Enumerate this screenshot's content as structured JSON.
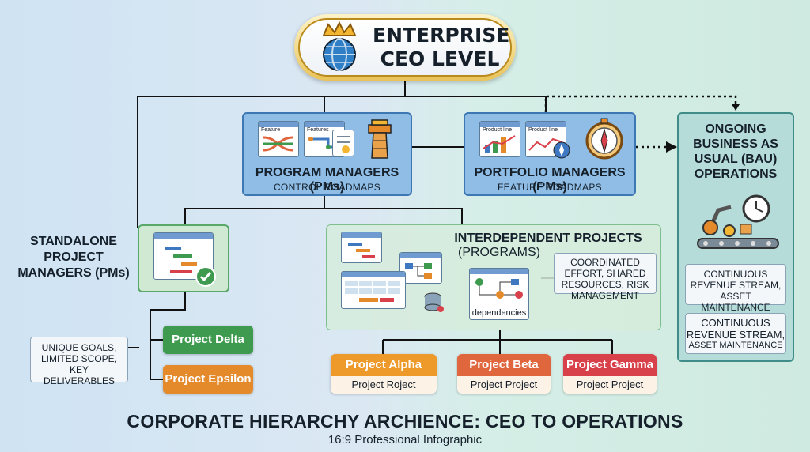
{
  "ceo": {
    "title_line1": "ENTERPRISE",
    "title_line2": "CEO LEVEL",
    "icon": "globe-crown-icon"
  },
  "program_managers": {
    "title": "PROGRAM MANAGERS (PMs)",
    "subtitle": "CONTROL ROADMAPS",
    "card1_label": "Feature",
    "card2_label": "Features",
    "icon": "control-tower-icon"
  },
  "portfolio_managers": {
    "title": "PORTFOLIO MANAGERS (PMs)",
    "subtitle": "FEATURE ROADMAPS",
    "card1_label": "Product line",
    "card2_label": "Product line",
    "icon": "compass-icon"
  },
  "bau": {
    "title": "ONGOING BUSINESS AS USUAL (BAU) OPERATIONS",
    "note1": "CONTINUOUS REVENUE STREAM, ASSET MAINTENANCE",
    "note2_line1": "CONTINUOUS",
    "note2_line2": "REVENUE STREAM,",
    "note2_line3": "ASSET MAINTENANCE",
    "icon": "robot-arm-conveyor-icon"
  },
  "standalone": {
    "title": "STANDALONE PROJECT MANAGERS (PMs)",
    "note": "UNIQUE GOALS, LIMITED SCOPE, KEY DELIVERABLES",
    "projects": [
      {
        "name": "Project Delta",
        "color": "#3e9a4f"
      },
      {
        "name": "Project Epsilon",
        "color": "#e58a2a"
      }
    ]
  },
  "interdependent": {
    "title_line1": "INTERDEPENDENT PROJECTS",
    "title_line2": "(PROGRAMS)",
    "note": "COORDINATED EFFORT, SHARED RESOURCES, RISK MANAGEMENT",
    "dependencies_label": "dependencies",
    "projects": [
      {
        "name": "Project Alpha",
        "sub": "Project Roject",
        "color": "#ee9a2a"
      },
      {
        "name": "Project Beta",
        "sub": "Project Project",
        "color": "#e0663e"
      },
      {
        "name": "Project Gamma",
        "sub": "Project Project",
        "color": "#d8404a"
      }
    ]
  },
  "footer": {
    "title": "CORPORATE HIERARCHY ARCHIENCE: CEO TO OPERATIONS",
    "subtitle": "16:9 Professional Infographic"
  }
}
